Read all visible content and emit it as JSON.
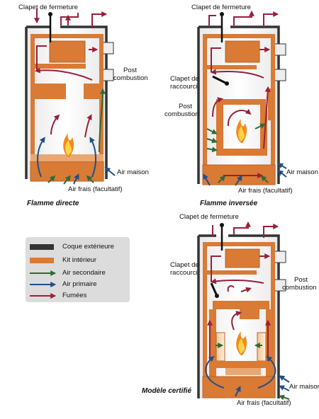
{
  "colors": {
    "kit": "#d97a35",
    "kit_dark": "#b8622a",
    "shell": "#333333",
    "secondary": "#2f6b36",
    "primary": "#1f4f8a",
    "fumes": "#9a1f3a",
    "legend_bg": "#dcdcdc"
  },
  "diagram1": {
    "clapet": "Clapet de fermeture",
    "post_l1": "Post",
    "post_l2": "combustion",
    "air_maison": "Air maison",
    "air_frais": "Air frais (facultatif)",
    "caption": "Flamme directe"
  },
  "diagram2": {
    "clapet": "Clapet de fermeture",
    "raccourci_l1": "Clapet de",
    "raccourci_l2": "raccourci",
    "post_l1": "Post",
    "post_l2": "combustion",
    "air_maison": "Air maison",
    "air_frais": "Air frais (facultatif)",
    "caption": "Flamme inversée"
  },
  "diagram3": {
    "clapet": "Clapet de fermeture",
    "raccourci_l1": "Clapet de",
    "raccourci_l2": "raccourci",
    "post_l1": "Post",
    "post_l2": "combustion",
    "air_maison": "Air maison",
    "air_frais": "Air frais (facultatif)",
    "caption": "Modèle certifié"
  },
  "legend": {
    "items": [
      {
        "label": "Coque extérieure",
        "color": "#333333"
      },
      {
        "label": "Kit intérieur",
        "color": "#d97a35"
      },
      {
        "label": "Air secondaire",
        "color": "#2f6b36"
      },
      {
        "label": "Air primaire",
        "color": "#1f4f8a"
      },
      {
        "label": "Fumées",
        "color": "#9a1f3a"
      }
    ]
  }
}
